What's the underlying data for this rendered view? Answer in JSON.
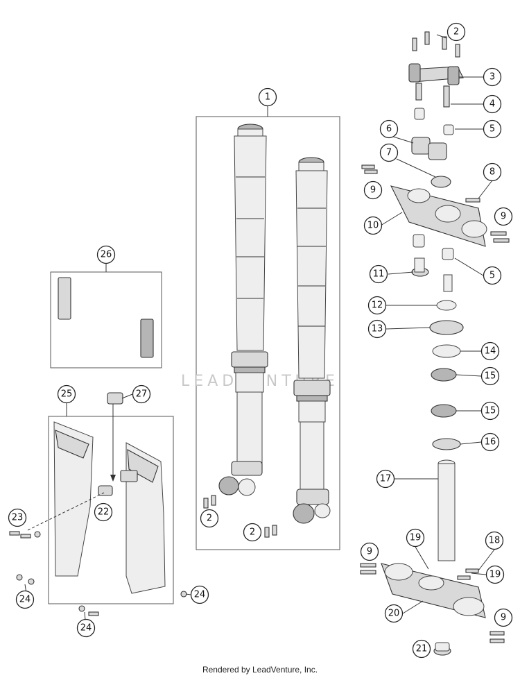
{
  "callouts": [
    {
      "label": "1"
    },
    {
      "label": "2"
    },
    {
      "label": "2"
    },
    {
      "label": "2"
    },
    {
      "label": "3"
    },
    {
      "label": "4"
    },
    {
      "label": "5"
    },
    {
      "label": "5"
    },
    {
      "label": "6"
    },
    {
      "label": "7"
    },
    {
      "label": "8"
    },
    {
      "label": "9"
    },
    {
      "label": "9"
    },
    {
      "label": "9"
    },
    {
      "label": "9"
    },
    {
      "label": "10"
    },
    {
      "label": "11"
    },
    {
      "label": "12"
    },
    {
      "label": "13"
    },
    {
      "label": "14"
    },
    {
      "label": "15"
    },
    {
      "label": "15"
    },
    {
      "label": "16"
    },
    {
      "label": "17"
    },
    {
      "label": "18"
    },
    {
      "label": "19"
    },
    {
      "label": "19"
    },
    {
      "label": "20"
    },
    {
      "label": "21"
    },
    {
      "label": "22"
    },
    {
      "label": "23"
    },
    {
      "label": "24"
    },
    {
      "label": "24"
    },
    {
      "label": "24"
    },
    {
      "label": "25"
    },
    {
      "label": "26"
    },
    {
      "label": "27"
    }
  ],
  "watermark": "LEADVENTURE",
  "footer": "Rendered by LeadVenture, Inc."
}
